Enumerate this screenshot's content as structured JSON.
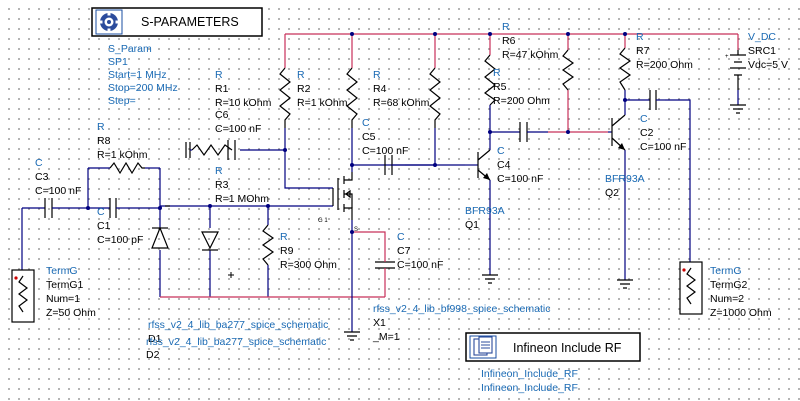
{
  "sparam_block": {
    "title": "S-PARAMETERS",
    "icon": "simulation-icon",
    "type": "S_Param",
    "name": "SP1",
    "start": "Start=1 MHz",
    "stop": "Stop=200 MHz",
    "step": "Step="
  },
  "include_block": {
    "title": "Infineon Include RF",
    "icon": "include-file-icon",
    "line1": "Infineon_Include_RF",
    "line2": "Infineon_Include_RF"
  },
  "components": {
    "R1": {
      "type": "R",
      "name": "R1",
      "value": "R=10 kOhm"
    },
    "R2": {
      "type": "R",
      "name": "R2",
      "value": "R=1 kOhm"
    },
    "R3": {
      "type": "R",
      "name": "R3",
      "value": "R=1 MOhm"
    },
    "R4": {
      "type": "R",
      "name": "R4",
      "value": "R=68 kOhm"
    },
    "R5": {
      "type": "R",
      "name": "R5",
      "value": "R=200 Ohm"
    },
    "R6": {
      "type": "R",
      "name": "R6",
      "value": "R=47 kOhm"
    },
    "R7": {
      "type": "R",
      "name": "R7",
      "value": "R=200 Ohm"
    },
    "R8": {
      "type": "R",
      "name": "R8",
      "value": "R=1 kOhm"
    },
    "R9": {
      "type": "R",
      "name": "R9",
      "value": "R=300 Ohm"
    },
    "C1": {
      "type": "C",
      "name": "C1",
      "value": "C=100 pF"
    },
    "C2": {
      "type": "C",
      "name": "C2",
      "value": "C=100 nF"
    },
    "C3": {
      "type": "C",
      "name": "C3",
      "value": "C=100 nF"
    },
    "C4": {
      "type": "C",
      "name": "C4",
      "value": "C=100 nF"
    },
    "C5": {
      "type": "C",
      "name": "C5",
      "value": "C=100 nF"
    },
    "C6": {
      "type": "C",
      "name": "C6",
      "value": "C=100 nF"
    },
    "C7": {
      "type": "C",
      "name": "C7",
      "value": "C=100 nF"
    },
    "V_DC": {
      "type": "V_DC",
      "name": "SRC1",
      "value": "Vdc=5 V"
    },
    "TermG1": {
      "type": "TermG",
      "name": "TermG1",
      "num": "Num=1",
      "z": "Z=50 Ohm"
    },
    "TermG2": {
      "type": "TermG",
      "name": "TermG2",
      "num": "Num=2",
      "z": "Z=1000 Ohm"
    },
    "Q1": {
      "type": "BFR93A",
      "name": "Q1"
    },
    "Q2": {
      "type": "BFR93A",
      "name": "Q2"
    },
    "X1": {
      "type": "rfss_v2_4_lib_bf998_spice_schematic",
      "name": "X1",
      "param": "_M=1"
    },
    "D1": {
      "type": "rfss_v2_4_lib_ba277_spice_schematic",
      "name": "D1"
    },
    "D2": {
      "type": "rfss_v2_4_lib_ba277_spice_schematic",
      "name": "D2"
    }
  },
  "pin_labels": {
    "g1": "G 1",
    "s": "S"
  }
}
